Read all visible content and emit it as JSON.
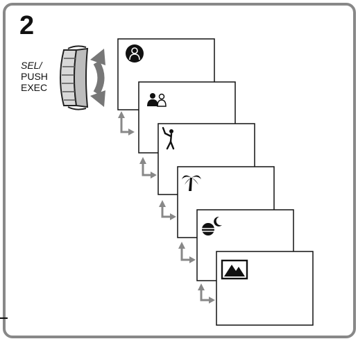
{
  "step": {
    "number": "2"
  },
  "dial": {
    "line1": "SEL/",
    "line2": "PUSH",
    "line3": "EXEC"
  },
  "screens": [
    {
      "icon": "auto-mode-person-icon"
    },
    {
      "icon": "portrait-mode-icon"
    },
    {
      "icon": "sports-mode-icon"
    },
    {
      "icon": "beach-ski-mode-icon"
    },
    {
      "icon": "sunset-moon-mode-icon"
    },
    {
      "icon": "landscape-mode-icon"
    }
  ]
}
